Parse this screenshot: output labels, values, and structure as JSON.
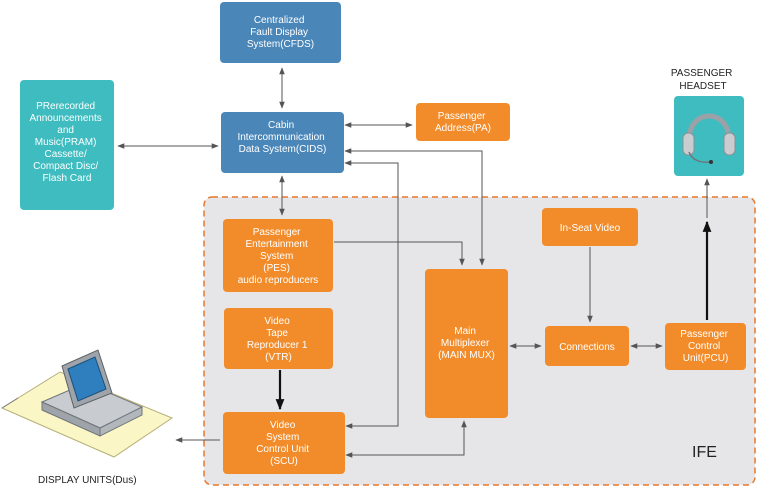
{
  "colors": {
    "blue_box": "#4a86b8",
    "teal_box": "#3fbcbf",
    "orange_box": "#f28c2b",
    "ife_region_fill": "#e6e6e8",
    "ife_region_border": "#e8772e",
    "connector": "#555555"
  },
  "nodes": {
    "cfds": [
      "Centralized",
      "Fault Display",
      "System(CFDS)"
    ],
    "cids": [
      "Cabin",
      "Intercommunication",
      "Data System(CIDS)"
    ],
    "pram": [
      "PRerecorded",
      "Announcements",
      "and",
      "Music(PRAM)",
      "Cassette/",
      "Compact Disc/",
      "Flash Card"
    ],
    "pa": [
      "Passenger",
      "Address(PA)"
    ],
    "pes": [
      "Passenger",
      "Entertainment",
      "System",
      "(PES)",
      "audio reproducers"
    ],
    "vtr": [
      "Video",
      "Tape",
      "Reproducer 1",
      "(VTR)"
    ],
    "scu": [
      "Video",
      "System",
      "Control Unit",
      "(SCU)"
    ],
    "main_mux": [
      "Main",
      "Multiplexer",
      "(MAIN MUX)"
    ],
    "in_seat_video": [
      "In-Seat Video"
    ],
    "connections": [
      "Connections"
    ],
    "pcu": [
      "Passenger",
      "Control",
      "Unit(PCU)"
    ]
  },
  "labels": {
    "headset": [
      "PASSENGER",
      "HEADSET"
    ],
    "display_units": "DISPLAY UNITS(Dus)",
    "ife": "IFE"
  },
  "icons": {
    "headset": "headset-icon",
    "display_unit": "seatback-display-unit-icon"
  }
}
